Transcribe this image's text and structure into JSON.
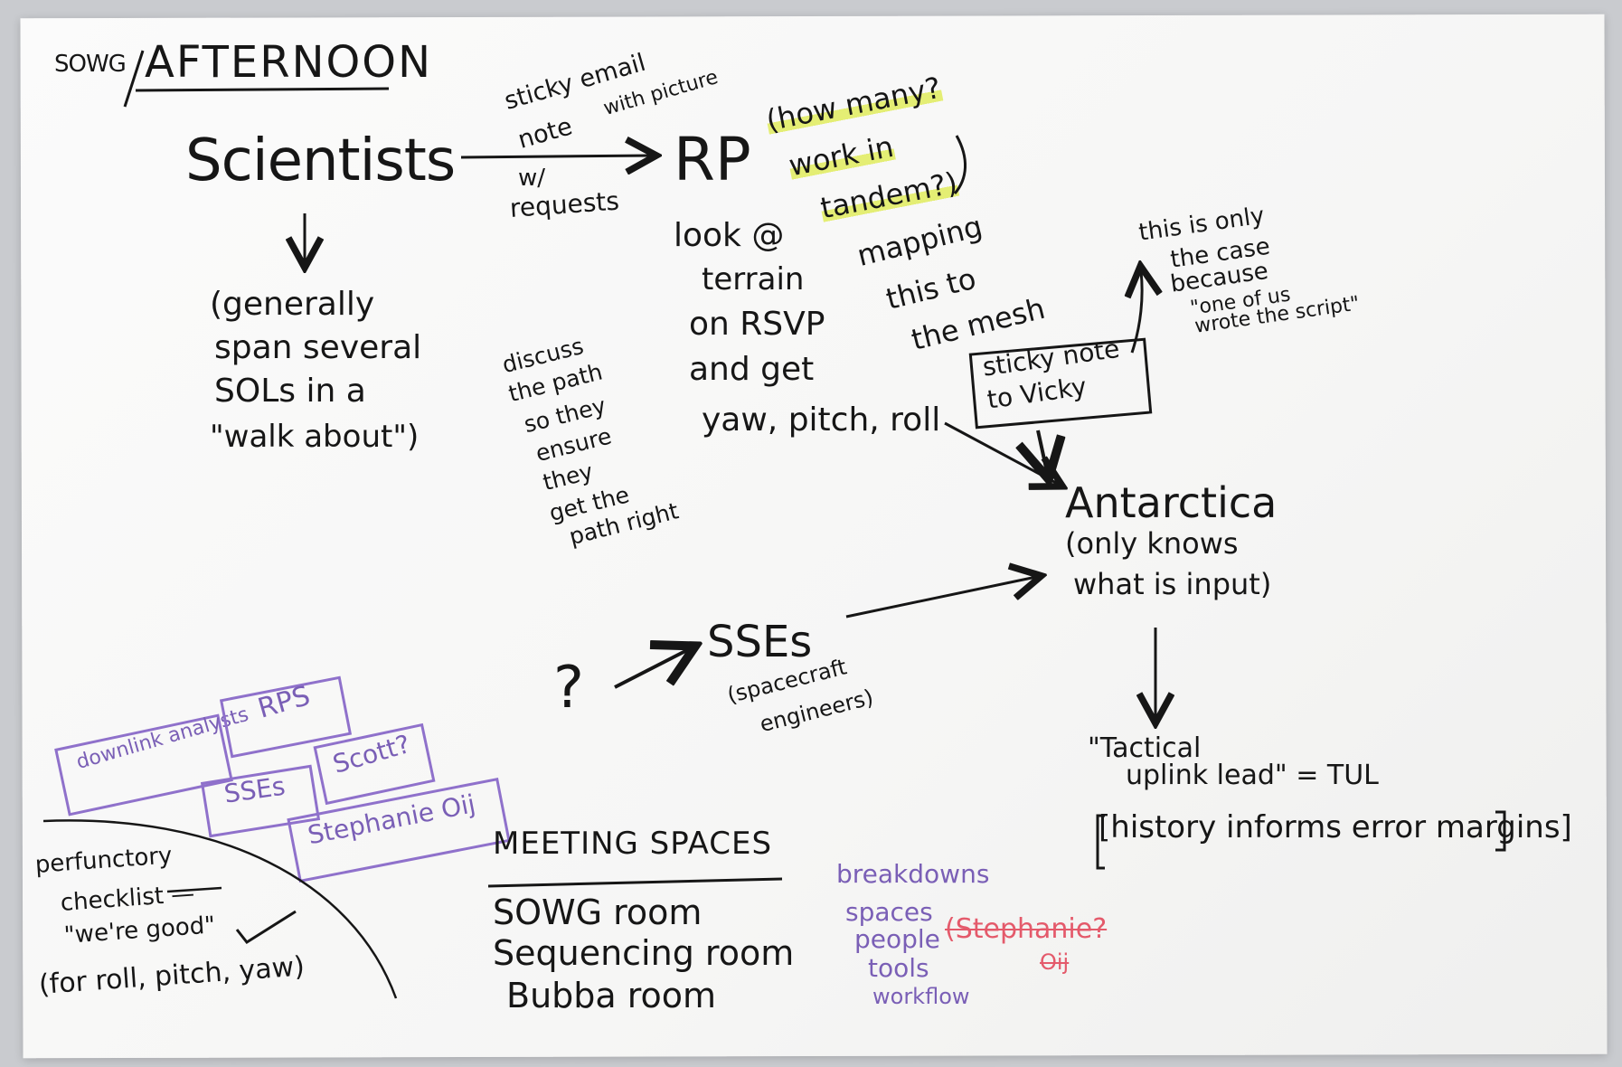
{
  "header": {
    "prefix": "SOWG",
    "title": "AFTERNOON"
  },
  "scientists": {
    "label": "Scientists",
    "detail": [
      "(generally",
      "span several",
      "SOLs in a",
      "\"walk about\")"
    ]
  },
  "arrow_labels": {
    "top": [
      "sticky email",
      "note",
      "with picture"
    ],
    "bottom": [
      "w/",
      "requests"
    ]
  },
  "rp": {
    "label": "RP",
    "note": [
      "(how many?",
      "work in",
      "tandem?)"
    ]
  },
  "terrain": [
    "look @",
    "terrain",
    "on RSVP",
    "and get",
    "yaw, pitch, roll"
  ],
  "mapping": [
    "mapping",
    "this to",
    "the mesh"
  ],
  "discuss": [
    "discuss",
    "the path",
    "so they",
    "ensure",
    "they",
    "get the",
    "path right"
  ],
  "sticky_vicky": [
    "sticky note",
    "to Vicky"
  ],
  "case_note": [
    "this is only",
    "the case",
    "because",
    "\"one of us",
    "wrote the script\""
  ],
  "antarctica": {
    "label": "Antarctica",
    "detail": [
      "(only knows",
      "what is input)"
    ]
  },
  "sses": {
    "label": "SSEs",
    "detail": [
      "(spacecraft",
      "engineers)"
    ]
  },
  "question_mark": "?",
  "tul": {
    "line1": "\"Tactical",
    "line2": "uplink lead\" = TUL",
    "history": "[history informs error margins]"
  },
  "roles": [
    "downlink analysts",
    "RPS",
    "SSEs",
    "Scott?",
    "Stephanie Oij"
  ],
  "checklist": [
    "perfunctory",
    "checklist —",
    "\"we're good\"",
    "(for roll, pitch, yaw)"
  ],
  "meeting_spaces": {
    "title": "MEETING SPACES",
    "rooms": [
      "SOWG room",
      "Sequencing room",
      "Bubba room"
    ]
  },
  "breakdowns": {
    "items": [
      "breakdowns",
      "spaces",
      "people",
      "tools",
      "workflow"
    ],
    "crossed": [
      "(Stephanie?",
      "Oij"
    ]
  },
  "colors": {
    "ink": "#161616",
    "purple": "#7a5fb6",
    "red": "#e45a6b",
    "highlight": "#deeb48",
    "paper": "#f7f7f6"
  }
}
